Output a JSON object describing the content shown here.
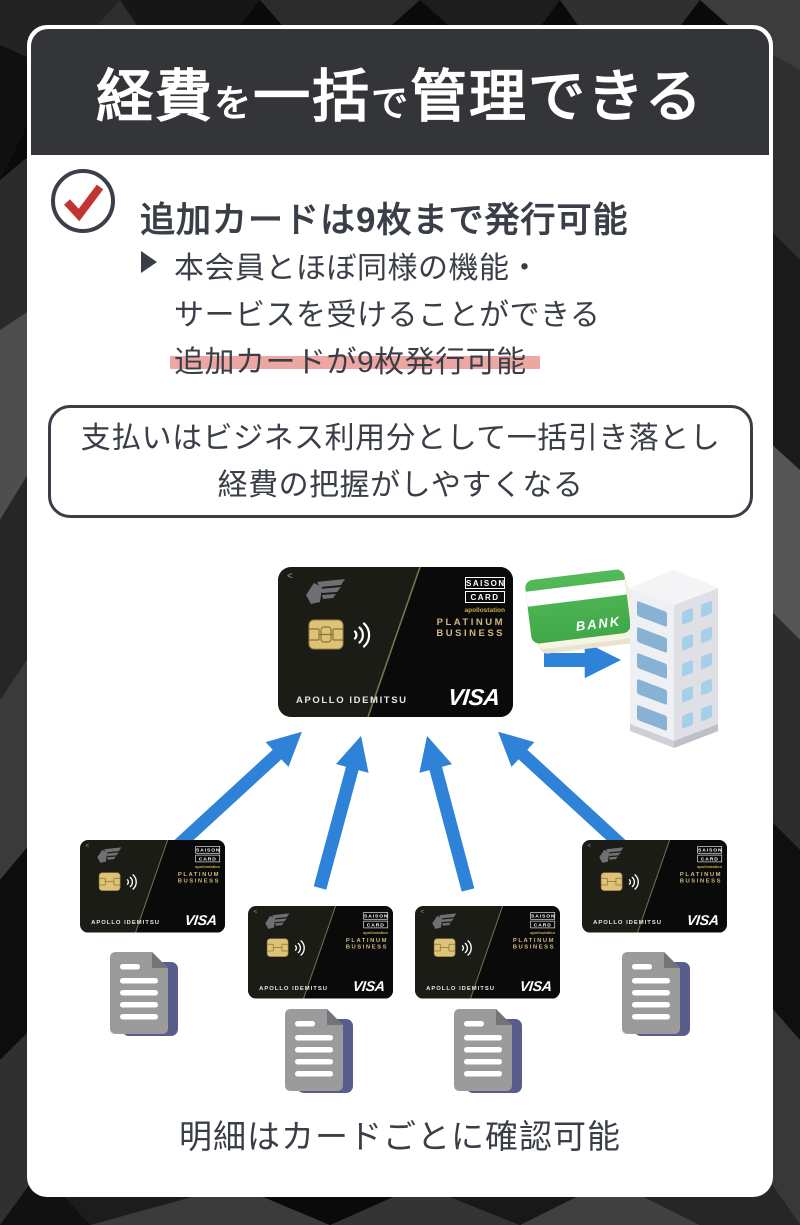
{
  "header": {
    "title_parts": [
      {
        "text": "経費",
        "size": "large"
      },
      {
        "text": "を",
        "size": "small"
      },
      {
        "text": "一括",
        "size": "large"
      },
      {
        "text": "で",
        "size": "small"
      },
      {
        "text": "管理できる",
        "size": "large"
      }
    ]
  },
  "checklist": {
    "heading": "追加カードは9枚まで発行可能",
    "detail_lines": [
      "本会員とほぼ同様の機能・",
      "サービスを受けることができる"
    ],
    "highlighted_line": "追加カードが9枚発行可能"
  },
  "note_box": {
    "lines": [
      "支払いはビジネス利用分として一括引き落とし",
      "経費の把握がしやすくなる"
    ]
  },
  "diagram": {
    "card": {
      "back_mark": "<",
      "brand_line1": "SAISON",
      "brand_line2": "CARD",
      "sub_brand": "apollostation",
      "tier_line1": "PLATINUM",
      "tier_line2": "BUSINESS",
      "holder": "APOLLO IDEMITSU",
      "network": "VISA"
    },
    "passbook_label": "BANK"
  },
  "caption": "明細はカードごとに確認可能",
  "colors": {
    "accent_blue": "#2e83d9",
    "check_red": "#c23430",
    "underline_pink": "#eda7a3",
    "passbook_green": "#4cb251",
    "header_bg": "#343538",
    "text_dark": "#3a3e47",
    "doc_navy": "#585d8c",
    "doc_gray": "#9b9b9b",
    "card_gold": "#cdb97e"
  }
}
